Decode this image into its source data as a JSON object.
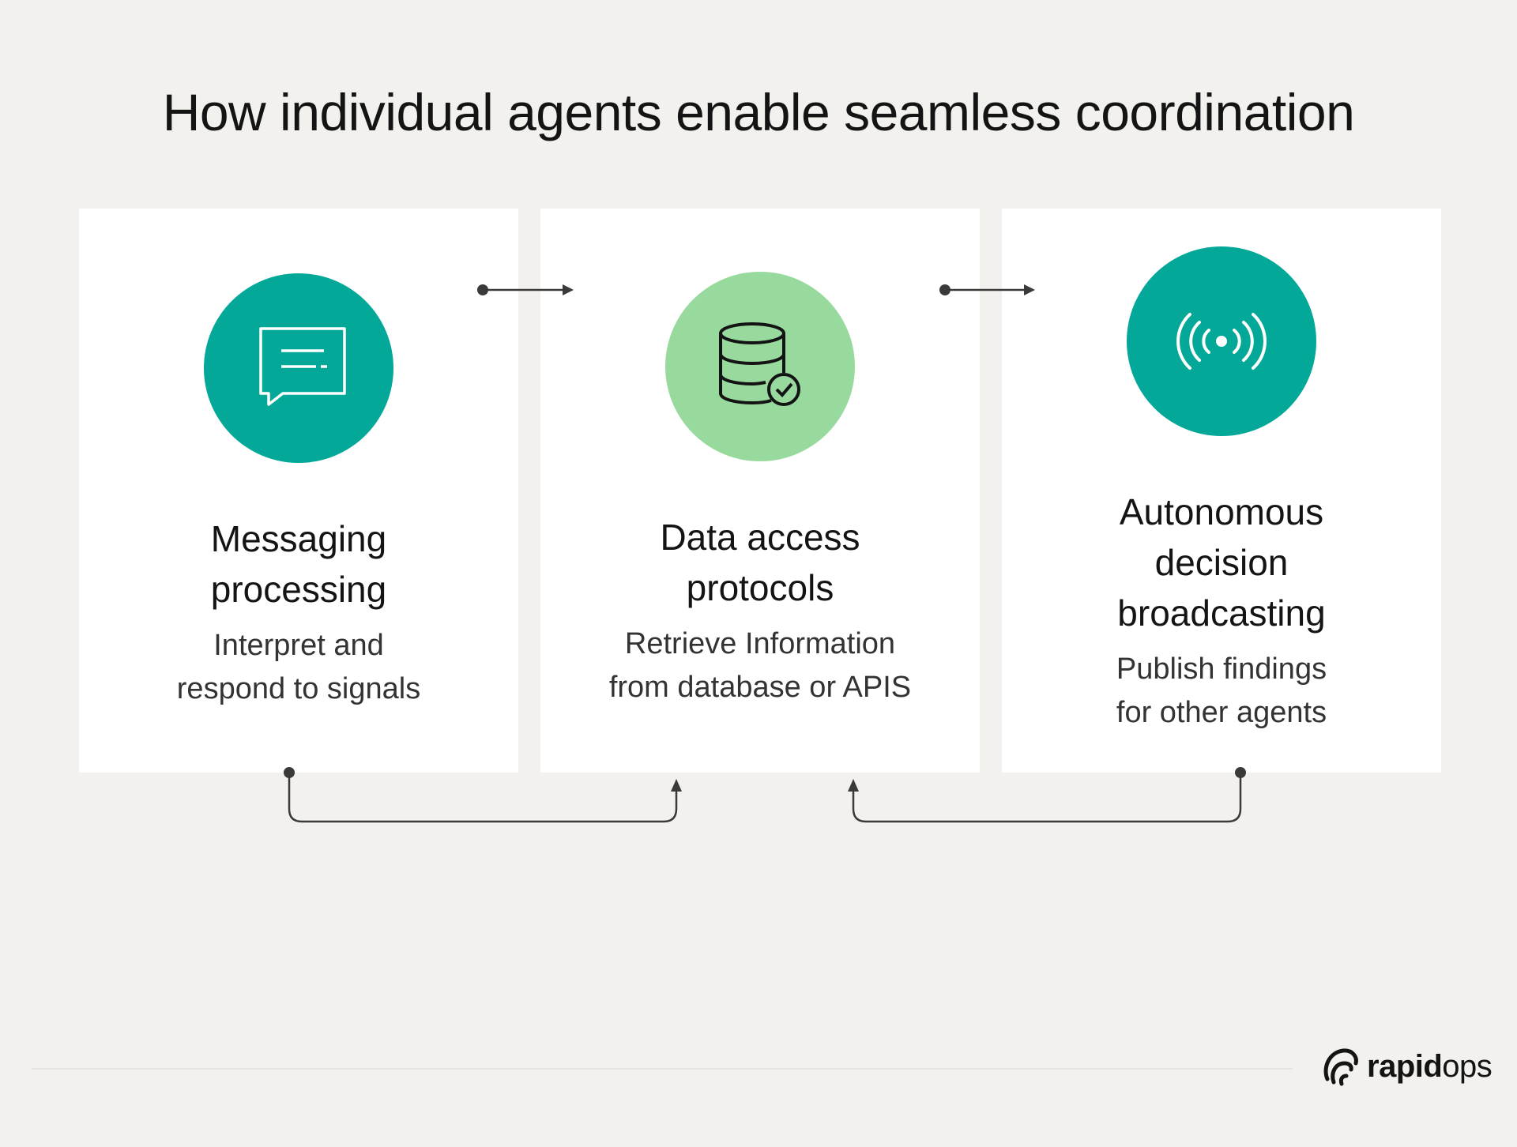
{
  "title": "How individual agents enable seamless coordination",
  "steps": [
    {
      "icon": "message-icon",
      "title": "Messaging processing",
      "description": "Interpret and respond to signals",
      "circle_color": "#04a898"
    },
    {
      "icon": "database-check-icon",
      "title": "Data access protocols",
      "description": "Retrieve Information from database or APIS",
      "circle_color": "#98da9d"
    },
    {
      "icon": "broadcast-icon",
      "title": "Autonomous decision broadcasting",
      "description": "Publish findings for other agents",
      "circle_color": "#04a898"
    }
  ],
  "logo": {
    "bold": "rapid",
    "light": "ops"
  }
}
